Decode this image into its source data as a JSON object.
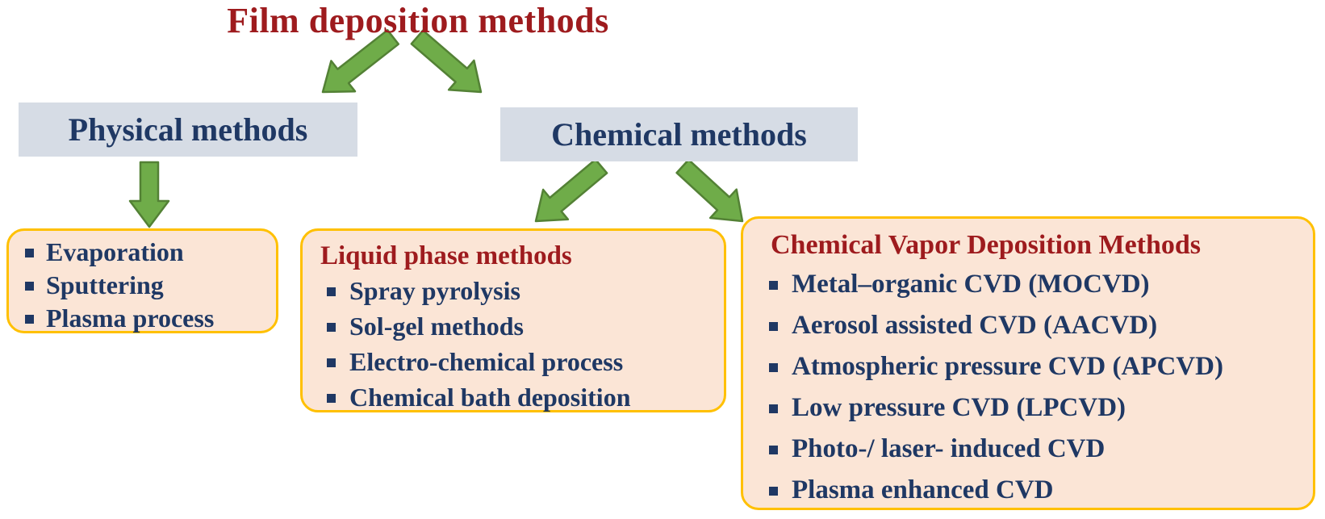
{
  "title": "Film deposition methods",
  "headers": {
    "physical": "Physical methods",
    "chemical": "Chemical methods"
  },
  "boxes": {
    "physical": {
      "items": [
        "Evaporation",
        "Sputtering",
        "Plasma process"
      ]
    },
    "liquid": {
      "title": "Liquid phase methods",
      "items": [
        "Spray pyrolysis",
        "Sol-gel methods",
        "Electro-chemical process",
        "Chemical bath deposition"
      ]
    },
    "cvd": {
      "title": "Chemical Vapor Deposition Methods",
      "items": [
        "Metal–organic CVD (MOCVD)",
        "Aerosol assisted CVD (AACVD)",
        "Atmospheric pressure CVD (APCVD)",
        "Low pressure CVD (LPCVD)",
        "Photo-/ laser- induced CVD",
        "Plasma enhanced CVD"
      ]
    }
  },
  "colors": {
    "title_red": "#9E1B1E",
    "navy": "#1F3864",
    "header_bg": "#D6DCE5",
    "box_bg": "#FBE5D6",
    "box_border": "#FFC000",
    "arrow_green": "#6FAC49",
    "arrow_outline": "#538135"
  }
}
